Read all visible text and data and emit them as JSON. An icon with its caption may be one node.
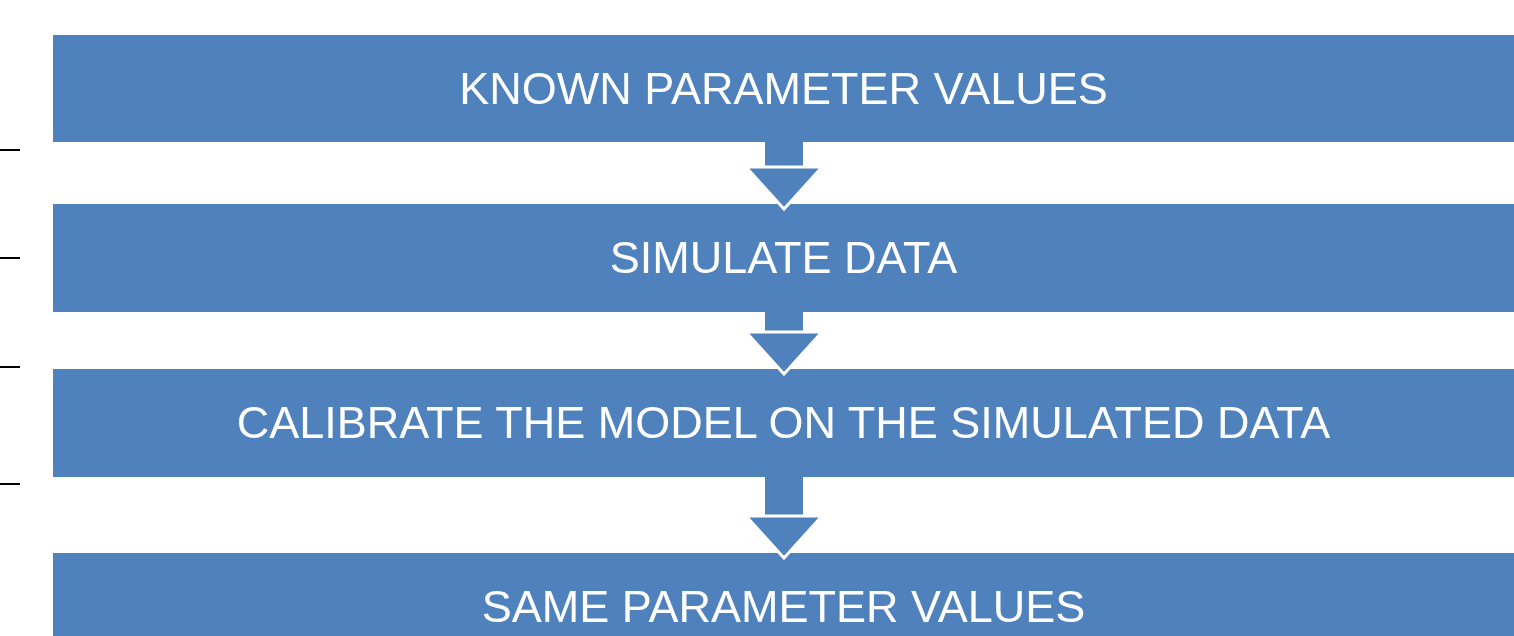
{
  "diagram": {
    "nodes": [
      {
        "text": [
          "KNOWN PARAMETER VALUES"
        ]
      },
      {
        "text": [
          "SIMULATE DATA"
        ]
      },
      {
        "text": [
          "CALIBRATE THE MODEL ON THE SIMULATED DATA"
        ]
      },
      {
        "text": [
          "SAME PARAMETER VALUES"
        ]
      }
    ],
    "edges": [
      {
        "from": 0,
        "to": 1,
        "arrow": "to"
      },
      {
        "from": 1,
        "to": 2,
        "arrow": "to"
      },
      {
        "from": 2,
        "to": 3,
        "arrow": "to"
      }
    ]
  }
}
